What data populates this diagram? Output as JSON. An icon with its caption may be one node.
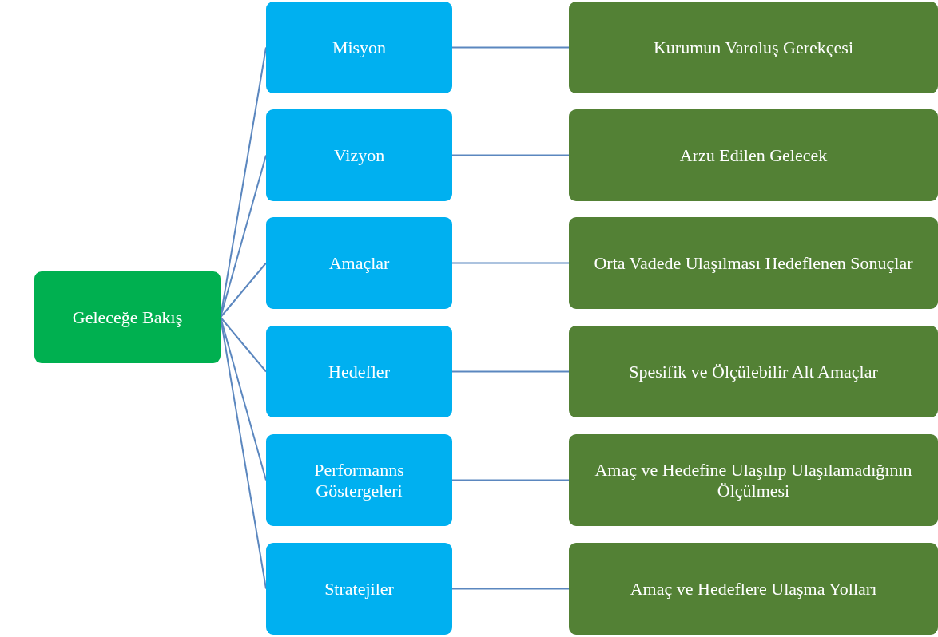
{
  "diagram": {
    "nodes": [
      {
        "text": [
          "Geleceğe Bakış"
        ]
      },
      {
        "text": [
          "Misyon"
        ]
      },
      {
        "text": [
          "Kurumun Varoluş Gerekçesi"
        ]
      },
      {
        "text": [
          "Vizyon"
        ]
      },
      {
        "text": [
          "Arzu Edilen Gelecek"
        ]
      },
      {
        "text": [
          "Amaçlar"
        ]
      },
      {
        "text": [
          "Orta Vadede Ulaşılması Hedeflenen Sonuçlar"
        ]
      },
      {
        "text": [
          "Hedefler"
        ]
      },
      {
        "text": [
          "Spesifik ve Ölçülebilir Alt Amaçlar"
        ]
      },
      {
        "text": [
          "Performanns Göstergeleri"
        ]
      },
      {
        "text": [
          "Amaç ve Hedefine Ulaşılıp Ulaşılamadığının Ölçülmesi"
        ]
      },
      {
        "text": [
          "Stratejiler"
        ]
      },
      {
        "text": [
          "Amaç ve Hedeflere Ulaşma Yolları"
        ]
      }
    ],
    "edges": [
      {
        "from": 0,
        "to": 1,
        "arrow": "none"
      },
      {
        "from": 0,
        "to": 3,
        "arrow": "none"
      },
      {
        "from": 0,
        "to": 5,
        "arrow": "none"
      },
      {
        "from": 0,
        "to": 7,
        "arrow": "none"
      },
      {
        "from": 0,
        "to": 9,
        "arrow": "none"
      },
      {
        "from": 0,
        "to": 11,
        "arrow": "none"
      },
      {
        "from": 1,
        "to": 2,
        "arrow": "none"
      },
      {
        "from": 3,
        "to": 4,
        "arrow": "none"
      },
      {
        "from": 5,
        "to": 6,
        "arrow": "none"
      },
      {
        "from": 7,
        "to": 8,
        "arrow": "none"
      },
      {
        "from": 9,
        "to": 10,
        "arrow": "none"
      },
      {
        "from": 11,
        "to": 12,
        "arrow": "none"
      }
    ]
  }
}
